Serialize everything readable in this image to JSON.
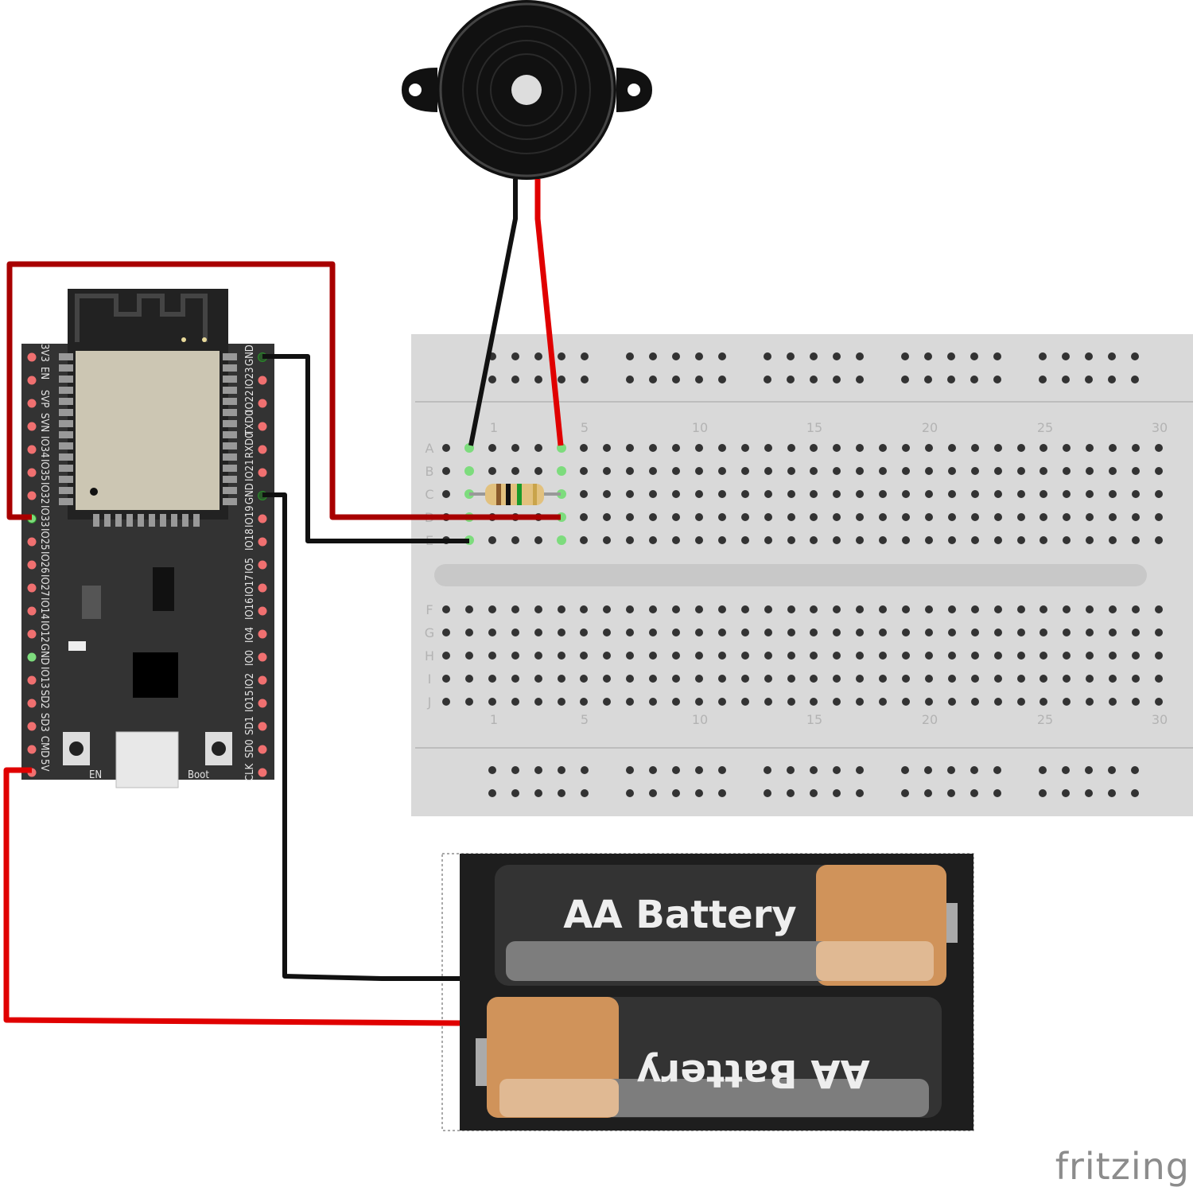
{
  "esp32": {
    "left_pins": [
      "3V3",
      "EN",
      "SVP",
      "SVN",
      "IO34",
      "IO35",
      "IO32",
      "IO33",
      "IO25",
      "IO26",
      "IO27",
      "IO14",
      "IO12",
      "GND",
      "IO13",
      "SD2",
      "SD3",
      "CMD",
      "5V"
    ],
    "right_pins": [
      "GND",
      "IO23",
      "IO22",
      "TXD0",
      "RXD0",
      "IO21",
      "GND",
      "IO19",
      "IO18",
      "IO5",
      "IO17",
      "IO16",
      "IO4",
      "IO0",
      "IO2",
      "IO15",
      "SD1",
      "SD0",
      "CLK"
    ],
    "en_button": "EN",
    "boot_button": "Boot"
  },
  "breadboard": {
    "rows_top": [
      "A",
      "B",
      "C",
      "D",
      "E"
    ],
    "rows_bottom": [
      "F",
      "G",
      "H",
      "I",
      "J"
    ],
    "column_numbers": [
      "1",
      "5",
      "10",
      "15",
      "20",
      "25",
      "30"
    ]
  },
  "battery": {
    "cell_label_1": "AA Battery",
    "cell_label_2": "AA Battery"
  },
  "logo": "fritzing",
  "colors": {
    "red_wire": "#e00000",
    "dark_red_wire": "#a80000",
    "black_wire": "#111111",
    "board": "#333333",
    "breadboard": "#d9d9d9"
  }
}
